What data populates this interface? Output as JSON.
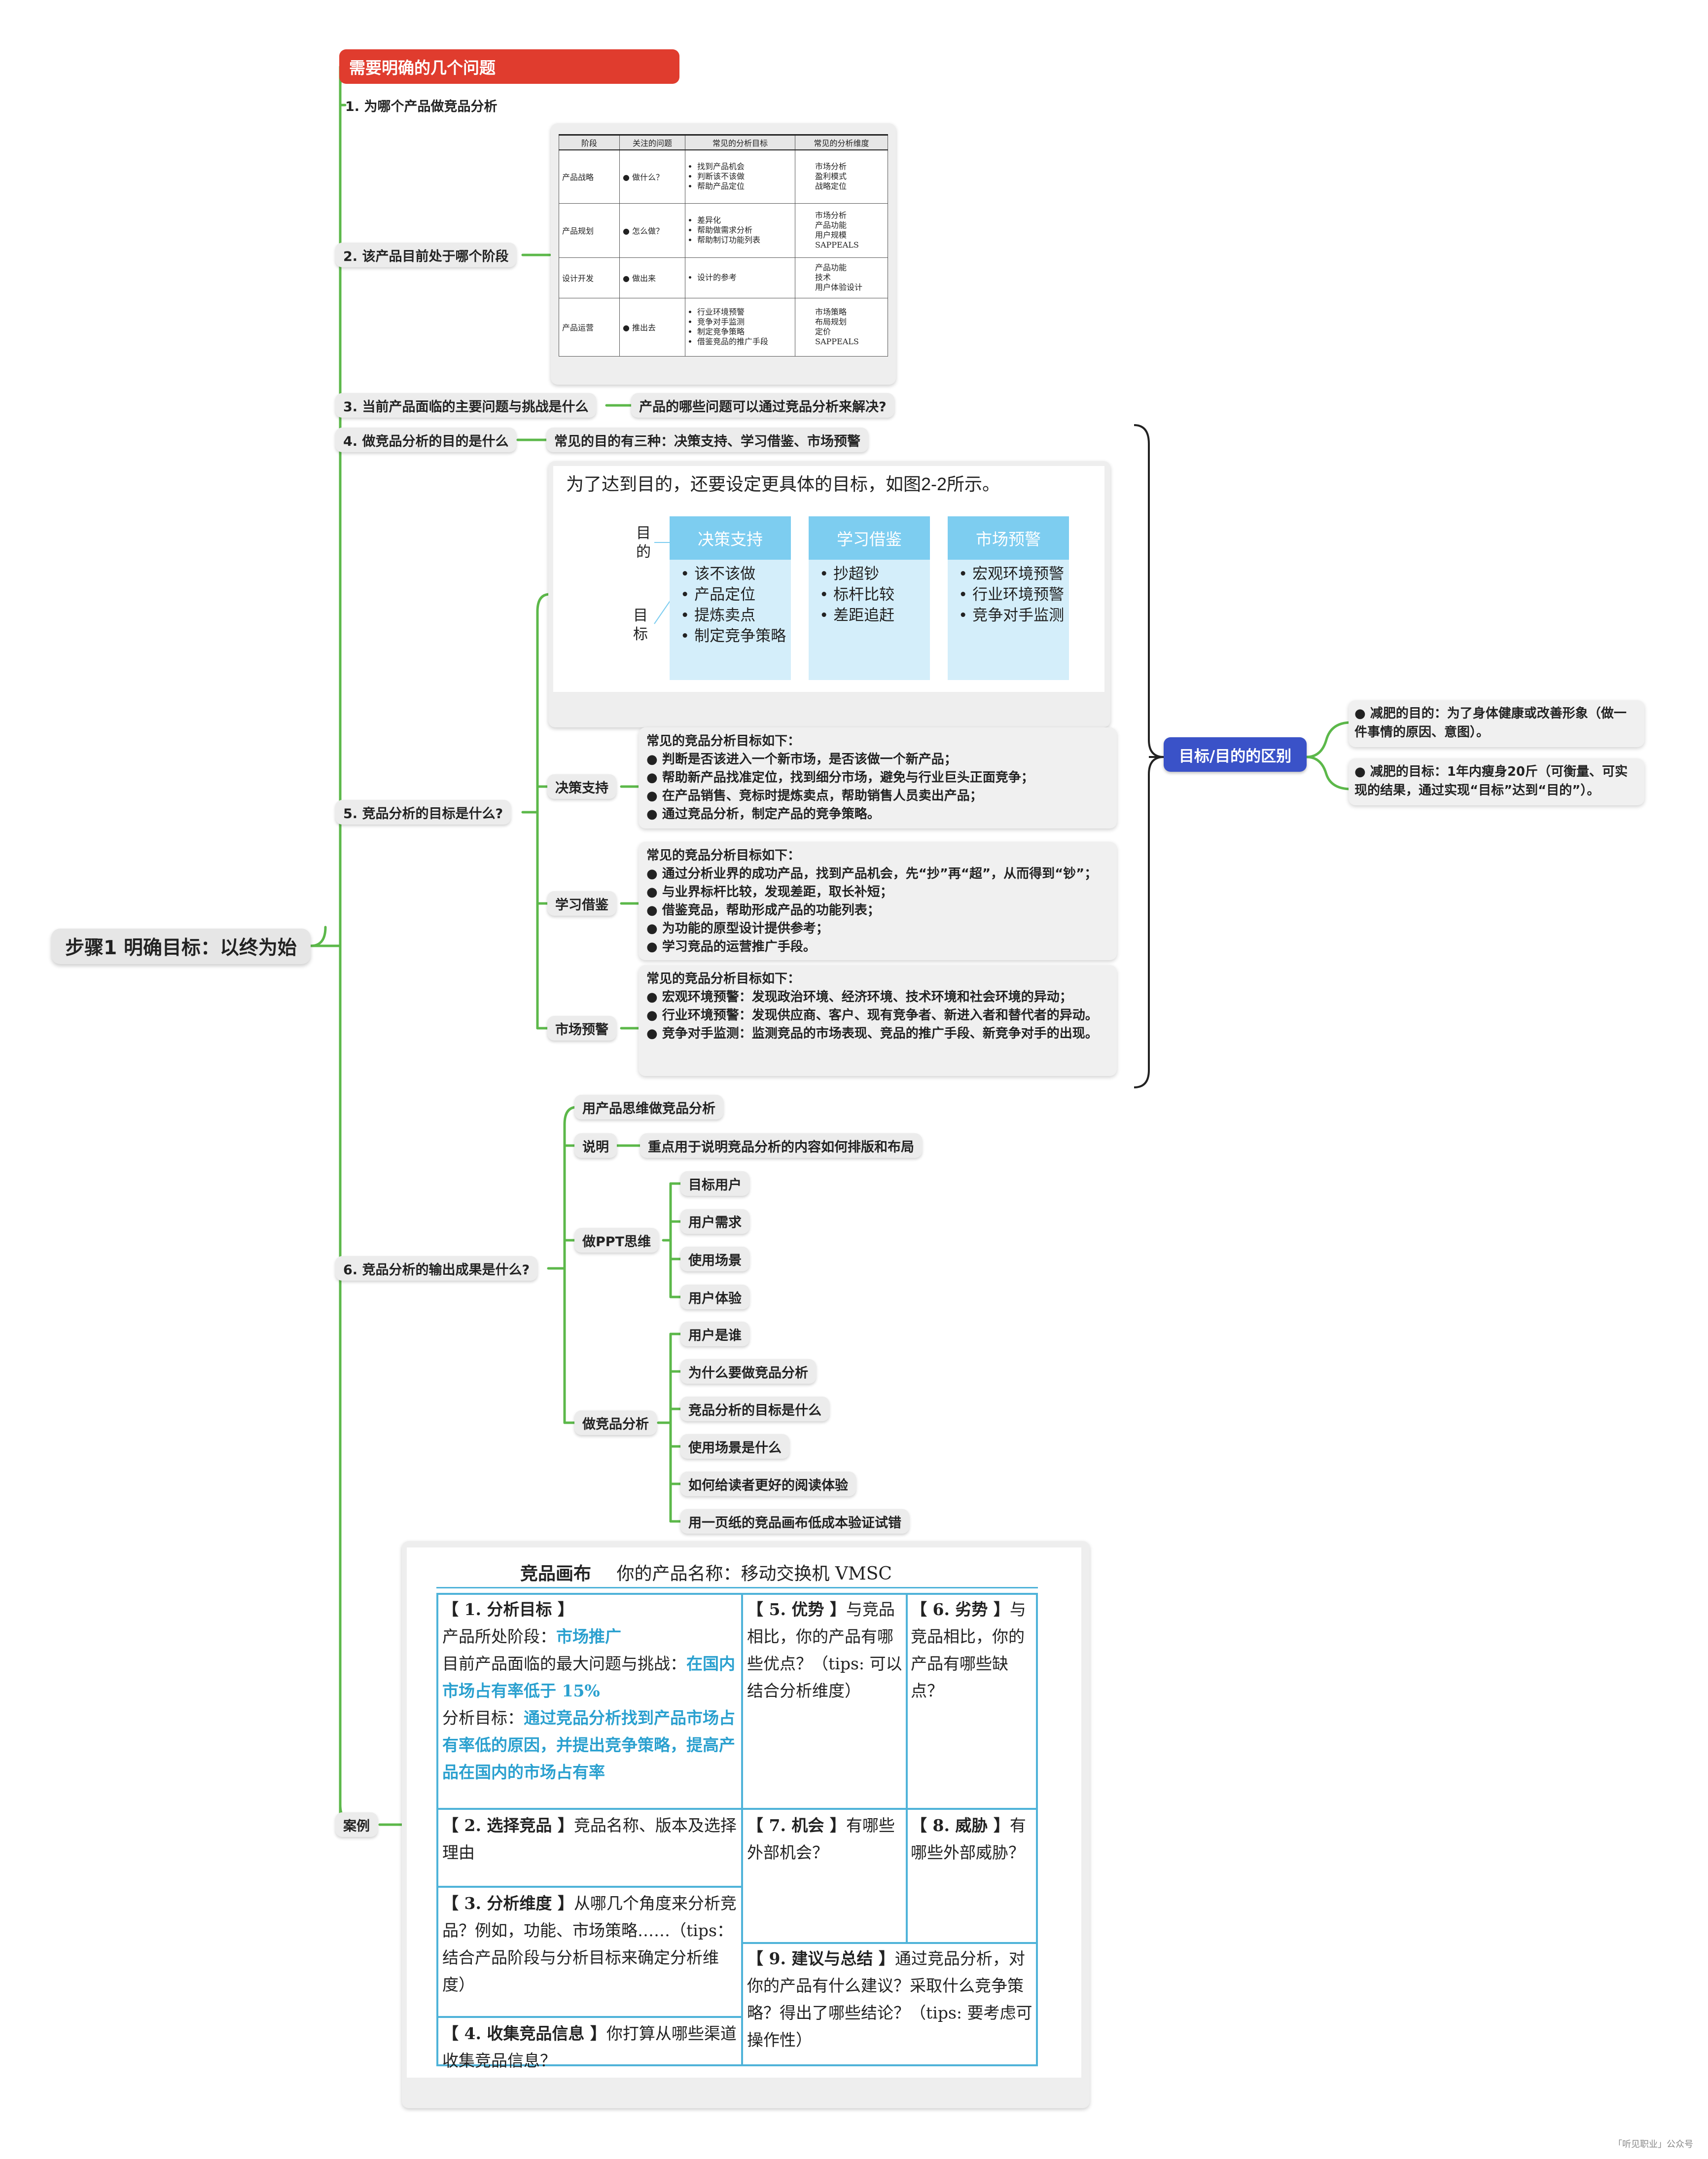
{
  "root": "步骤1 明确目标：以终为始",
  "header": "需要明确的几个问题",
  "q1": "1. 为哪个产品做竞品分析",
  "q2": "2. 该产品目前处于哪个阶段",
  "stage_table": {
    "headers": [
      "阶段",
      "关注的问题",
      "常见的分析目标",
      "常见的分析维度"
    ],
    "rows": [
      {
        "stage": "产品战略",
        "question": "● 做什么？",
        "goals": [
          "找到产品机会",
          "判断该不该做",
          "帮助产品定位"
        ],
        "dims": [
          "市场分析",
          "盈利模式",
          "战略定位"
        ]
      },
      {
        "stage": "产品规划",
        "question": "● 怎么做？",
        "goals": [
          "差异化",
          "帮助做需求分析",
          "帮助制订功能列表"
        ],
        "dims": [
          "市场分析",
          "产品功能",
          "用户规模",
          "SAPPEALS"
        ]
      },
      {
        "stage": "设计开发",
        "question": "● 做出来",
        "goals": [
          "设计的参考"
        ],
        "dims": [
          "产品功能",
          "技术",
          "用户体验设计"
        ]
      },
      {
        "stage": "产品运营",
        "question": "● 推出去",
        "goals": [
          "行业环境预警",
          "竞争对手监测",
          "制定竞争策略",
          "借鉴竞品的推广手段"
        ],
        "dims": [
          "市场策略",
          "布局规划",
          "定价",
          "SAPPEALS"
        ]
      }
    ]
  },
  "q3": "3. 当前产品面临的主要问题与挑战是什么",
  "q3_child": "产品的哪些问题可以通过竞品分析来解决?",
  "q4": "4. 做竞品分析的目的是什么",
  "q4_child": "常见的目的有三种：决策支持、学习借鉴、市场预警",
  "goal_fig": {
    "caption": "为了达到目的，还要设定更具体的目标，如图2-2所示。",
    "label_purpose": "目的",
    "label_goal": "目标",
    "columns": [
      {
        "title": "决策支持",
        "items": [
          "该不该做",
          "产品定位",
          "提炼卖点",
          "制定竞争策略"
        ]
      },
      {
        "title": "学习借鉴",
        "items": [
          "抄超钞",
          "标杆比较",
          "差距追赶"
        ]
      },
      {
        "title": "市场预警",
        "items": [
          "宏观环境预警",
          "行业环境预警",
          "竞争对手监测"
        ]
      }
    ]
  },
  "q5": "5. 竞品分析的目标是什么?",
  "q5_children": [
    {
      "label": "决策支持",
      "lines": [
        "常见的竞品分析目标如下：",
        "● 判断是否该进入一个新市场，是否该做一个新产品；",
        "● 帮助新产品找准定位，找到细分市场，避免与行业巨头正面竞争；",
        "● 在产品销售、竞标时提炼卖点，帮助销售人员卖出产品；",
        "● 通过竞品分析，制定产品的竞争策略。"
      ]
    },
    {
      "label": "学习借鉴",
      "lines": [
        "常见的竞品分析目标如下：",
        "● 通过分析业界的成功产品，找到产品机会，先“抄”再“超”，从而得到“钞”；",
        "● 与业界标杆比较，发现差距，取长补短；",
        "● 借鉴竞品，帮助形成产品的功能列表；",
        "● 为功能的原型设计提供参考；",
        "● 学习竞品的运营推广手段。"
      ]
    },
    {
      "label": "市场预警",
      "lines": [
        "常见的竞品分析目标如下：",
        "● 宏观环境预警：发现政治环境、经济环境、技术环境和社会环境的异动；",
        "● 行业环境预警：发现供应商、客户、现有竞争者、新进入者和替代者的异动。",
        "● 竞争对手监测：监测竞品的市场表现、竞品的推广手段、新竞争对手的出现。"
      ]
    }
  ],
  "diff": {
    "label": "目标/目的的区别",
    "items": [
      "● 减肥的目的：为了身体健康或改善形象（做一件事情的原因、意图）。",
      "● 减肥的目标：1年内瘦身20斤（可衡量、可实现的结果，通过实现“目标”达到“目的”）。"
    ]
  },
  "q6": "6. 竞品分析的输出成果是什么?",
  "q6_children": {
    "c1": "用产品思维做竞品分析",
    "c2": "说明",
    "c2_child": "重点用于说明竞品分析的内容如何排版和布局",
    "c3": "做PPT思维",
    "c3_items": [
      "目标用户",
      "用户需求",
      "使用场景",
      "用户体验"
    ],
    "c4": "做竞品分析",
    "c4_items": [
      "用户是谁",
      "为什么要做竞品分析",
      "竞品分析的目标是什么",
      "使用场景是什么",
      "如何给读者更好的阅读体验",
      "用一页纸的竞品画布低成本验证试错"
    ]
  },
  "case": "案例",
  "canvas": {
    "title": "竞品画布",
    "subtitle": "你的产品名称：移动交换机 VMSC",
    "c1_head": "【 1. 分析目标 】",
    "c1_l1": "产品所处阶段：",
    "c1_l1v": "市场推广",
    "c1_l2": "目前产品面临的最大问题与挑战：",
    "c1_l2v": "在国内市场占有率低于 15%",
    "c1_l3": "分析目标：",
    "c1_l3v": "通过竞品分析找到产品市场占有率低的原因，并提出竞争策略，提高产品在国内的市场占有率",
    "c2_head": "【 2. 选择竞品 】",
    "c2_text": "竞品名称、版本及选择理由",
    "c3_head": "【 3. 分析维度 】",
    "c3_text": "从哪几个角度来分析竞品？例如，功能、市场策略……（tips：结合产品阶段与分析目标来确定分析维度）",
    "c4_head": "【 4. 收集竞品信息 】",
    "c4_text": "你打算从哪些渠道收集竞品信息？",
    "c5_head": "【 5. 优势 】",
    "c5_text": "与竞品相比，你的产品有哪些优点？（tips: 可以结合分析维度）",
    "c6_head": "【 6. 劣势 】",
    "c6_text": "与竞品相比，你的产品有哪些缺点？",
    "c7_head": "【 7. 机会 】",
    "c7_text": "有哪些外部机会？",
    "c8_head": "【 8. 威胁 】",
    "c8_text": "有哪些外部威胁？",
    "c9_head": "【 9. 建议与总结 】",
    "c9_text": "通过竞品分析，对你的产品有什么建议？采取什么竞争策略？得出了哪些结论？（tips: 要考虑可操作性）"
  },
  "watermark": "「听见职业」公众号",
  "colors": {
    "branch": "#5cb84a",
    "header": "#e03c2e",
    "diff": "#3a52c8",
    "goal_head": "#7dcdf0",
    "goal_body": "#d4eefa",
    "canvas_border": "#4fb3d9",
    "highlight": "#2aa0cf"
  }
}
